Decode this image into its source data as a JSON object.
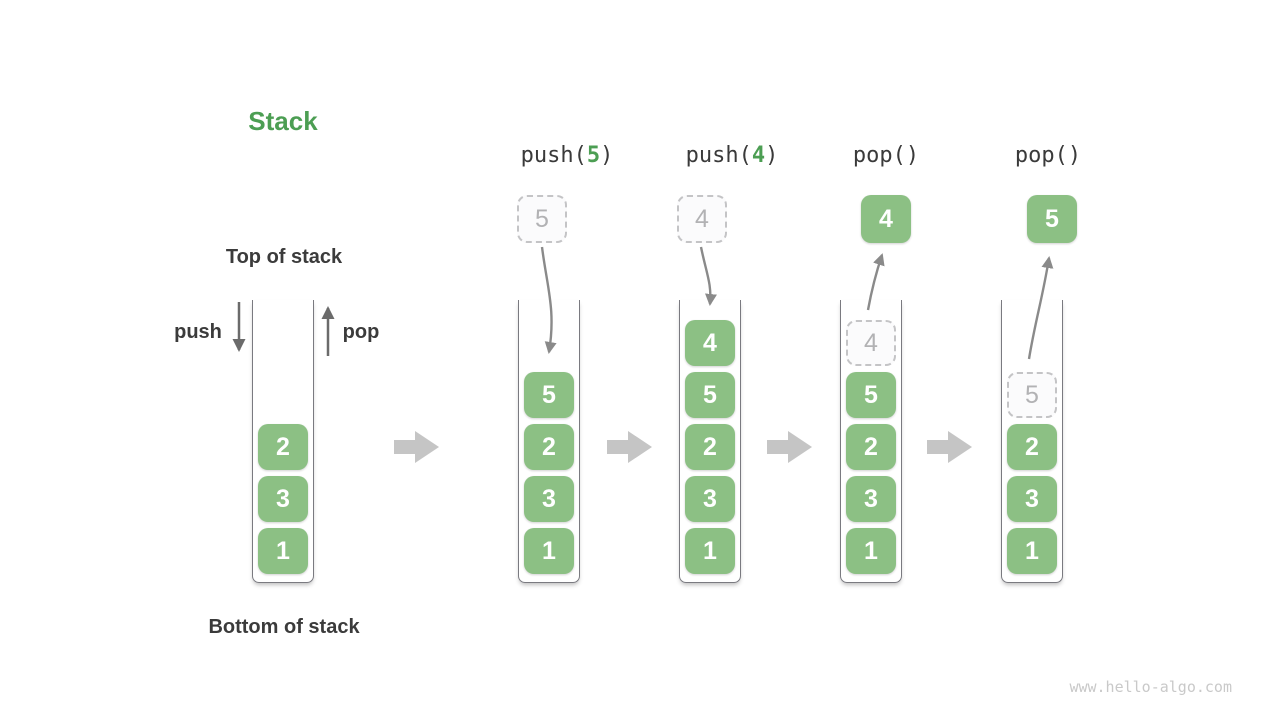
{
  "title": "Stack",
  "labels": {
    "top_of_stack": "Top of stack",
    "bottom_of_stack": "Bottom of stack",
    "push": "push",
    "pop": "pop"
  },
  "watermark": "www.hello-algo.com",
  "colors": {
    "accent_green": "#4C9E53",
    "cell_green": "#8CC084",
    "text_dark": "#3B3B3B",
    "flow_arrow_gray": "#8A8A8A",
    "transition_arrow_gray": "#C5C5C5",
    "dashed_border_gray": "#C4C4C6",
    "dashed_text_gray": "#B2B2B4",
    "container_wall_gray": "#7A7A80",
    "watermark_gray": "#C9C9C9"
  },
  "initial_stack": {
    "cells": [
      "2",
      "3",
      "1"
    ]
  },
  "steps": [
    {
      "op": {
        "fn": "push(",
        "arg": "5",
        "close": ")"
      },
      "floating": {
        "value": "5",
        "variant": "dashed"
      },
      "arrow": "push-down",
      "cells": [
        {
          "value": "5",
          "variant": "solid"
        },
        {
          "value": "2",
          "variant": "solid"
        },
        {
          "value": "3",
          "variant": "solid"
        },
        {
          "value": "1",
          "variant": "solid"
        }
      ]
    },
    {
      "op": {
        "fn": "push(",
        "arg": "4",
        "close": ")"
      },
      "floating": {
        "value": "4",
        "variant": "dashed"
      },
      "arrow": "push-down",
      "cells": [
        {
          "value": "4",
          "variant": "solid"
        },
        {
          "value": "5",
          "variant": "solid"
        },
        {
          "value": "2",
          "variant": "solid"
        },
        {
          "value": "3",
          "variant": "solid"
        },
        {
          "value": "1",
          "variant": "solid"
        }
      ]
    },
    {
      "op": {
        "fn": "pop(",
        "arg": "",
        "close": ")"
      },
      "floating": {
        "value": "4",
        "variant": "solid"
      },
      "arrow": "pop-up",
      "cells": [
        {
          "value": "4",
          "variant": "dashed"
        },
        {
          "value": "5",
          "variant": "solid"
        },
        {
          "value": "2",
          "variant": "solid"
        },
        {
          "value": "3",
          "variant": "solid"
        },
        {
          "value": "1",
          "variant": "solid"
        }
      ]
    },
    {
      "op": {
        "fn": "pop(",
        "arg": "",
        "close": ")"
      },
      "floating": {
        "value": "5",
        "variant": "solid"
      },
      "arrow": "pop-up",
      "cells": [
        {
          "value": "5",
          "variant": "dashed"
        },
        {
          "value": "2",
          "variant": "solid"
        },
        {
          "value": "3",
          "variant": "solid"
        },
        {
          "value": "1",
          "variant": "solid"
        }
      ]
    }
  ]
}
